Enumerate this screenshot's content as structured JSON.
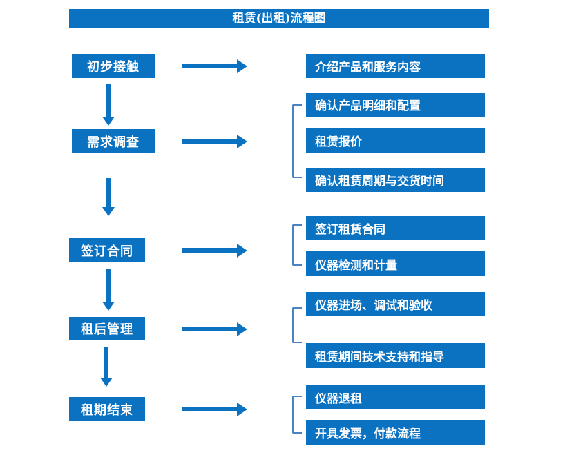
{
  "title": "租赁(出租)流程图",
  "colors": {
    "primary": "#0b72c2",
    "bracket": "#4a82c2"
  },
  "stages": [
    {
      "label": "初步接触",
      "details": [
        "介绍产品和服务内容"
      ]
    },
    {
      "label": "需求调查",
      "details": [
        "确认产品明细和配置",
        "租赁报价",
        "确认租赁周期与交货时间"
      ]
    },
    {
      "label": "签订合同",
      "details": [
        "签订租赁合同",
        "仪器检测和计量"
      ]
    },
    {
      "label": "租后管理",
      "details": [
        "仪器进场、调试和验收",
        "租赁期间技术支持和指导"
      ]
    },
    {
      "label": "租期结束",
      "details": [
        "仪器退租",
        "开具发票，付款流程"
      ]
    }
  ]
}
